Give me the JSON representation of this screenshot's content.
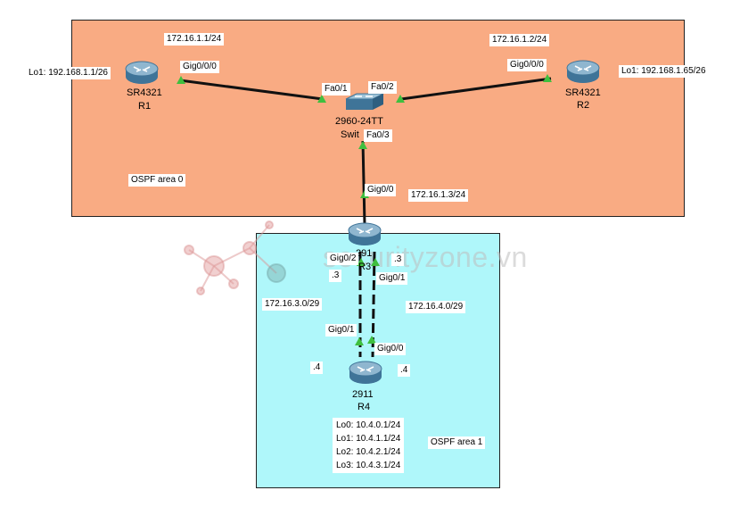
{
  "areas": {
    "area0": {
      "label": "OSPF area 0",
      "color": "#f9ab83"
    },
    "area1": {
      "label": "OSPF area 1",
      "color": "#aff7fa"
    }
  },
  "routers": {
    "r1": {
      "model": "SR4321",
      "name": "R1",
      "loopback": "Lo1: 192.168.1.1/26",
      "gig": "Gig0/0/0",
      "ip": "172.16.1.1/24"
    },
    "r2": {
      "model": "SR4321",
      "name": "R2",
      "loopback": "Lo1: 192.168.1.65/26",
      "gig": "Gig0/0/0",
      "ip": "172.16.1.2/24"
    },
    "r3": {
      "model": "291",
      "name": "R3",
      "gig00": "Gig0/0",
      "ip": "172.16.1.3/24",
      "gig02": "Gig0/2",
      "gig01": "Gig0/1",
      "host_left": ".3",
      "host_right": ".3"
    },
    "r4": {
      "model": "2911",
      "name": "R4",
      "gig01": "Gig0/1",
      "gig00": "Gig0/0",
      "host_left": ".4",
      "host_right": ".4",
      "loopbacks": [
        "Lo0: 10.4.0.1/24",
        "Lo1: 10.4.1.1/24",
        "Lo2: 10.4.2.1/24",
        "Lo3: 10.4.3.1/24"
      ]
    }
  },
  "switch": {
    "model": "2960-24TT",
    "name": "Swit",
    "fa01": "Fa0/1",
    "fa02": "Fa0/2",
    "fa03": "Fa0/3"
  },
  "networks": {
    "net_left": "172.16.3.0/29",
    "net_right": "172.16.4.0/29"
  },
  "watermark": "securityzone.vn",
  "colors": {
    "link": "#111111",
    "port_up": "#3fbf3f",
    "router_body": "#5b8fb0"
  }
}
